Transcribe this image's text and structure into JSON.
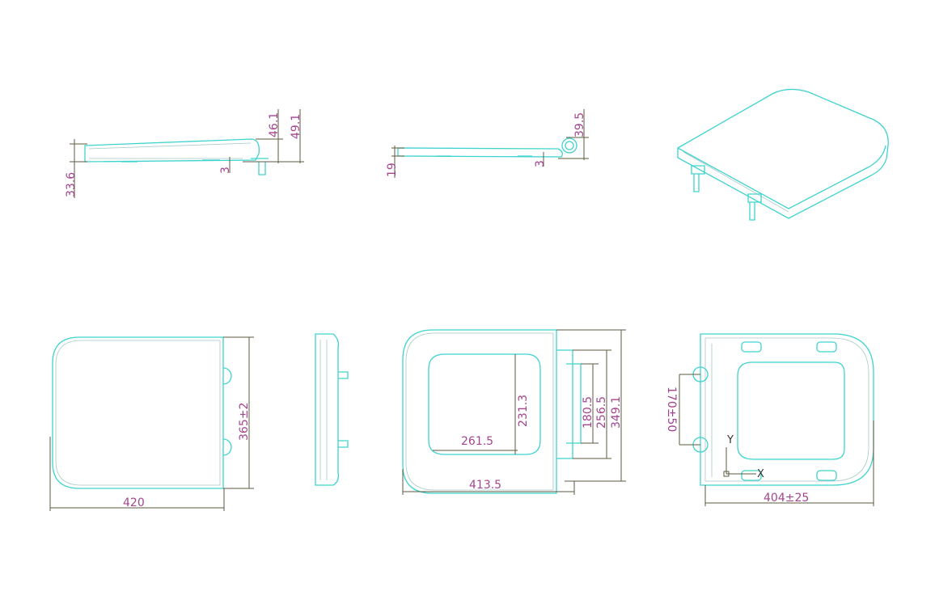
{
  "colors": {
    "outline": "#3fd3cf",
    "dimension_line": "#5e5a3e",
    "dimension_text": "#a3458f"
  },
  "side_view_closed": {
    "dims": [
      "33.6",
      "46.1",
      "49.1",
      "3"
    ]
  },
  "side_view_open": {
    "dims": [
      "19",
      "39.5",
      "3"
    ]
  },
  "top_view": {
    "width": "420",
    "depth": "365±2"
  },
  "front_view": {
    "dims": [
      "261.5",
      "231.3",
      "180.5",
      "256.5",
      "349.1",
      "413.5"
    ]
  },
  "bottom_view": {
    "hinge_spacing": "170±50",
    "length": "404±25",
    "axis_y": "Y",
    "axis_x": "X"
  }
}
